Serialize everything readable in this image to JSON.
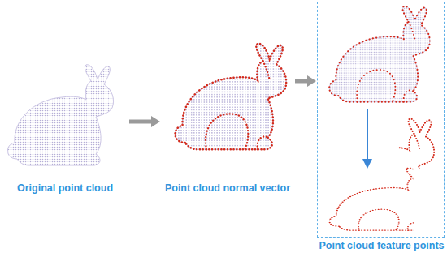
{
  "diagram": {
    "nodes": [
      {
        "text": [
          "Original point cloud"
        ]
      },
      {
        "text": [
          "Point cloud normal vector"
        ]
      },
      {
        "text": [
          "Point cloud feature points"
        ]
      }
    ],
    "edges": [
      {
        "from": 0,
        "to": 1,
        "arrow": "to"
      },
      {
        "from": 1,
        "to": 2,
        "arrow": "to"
      }
    ]
  }
}
